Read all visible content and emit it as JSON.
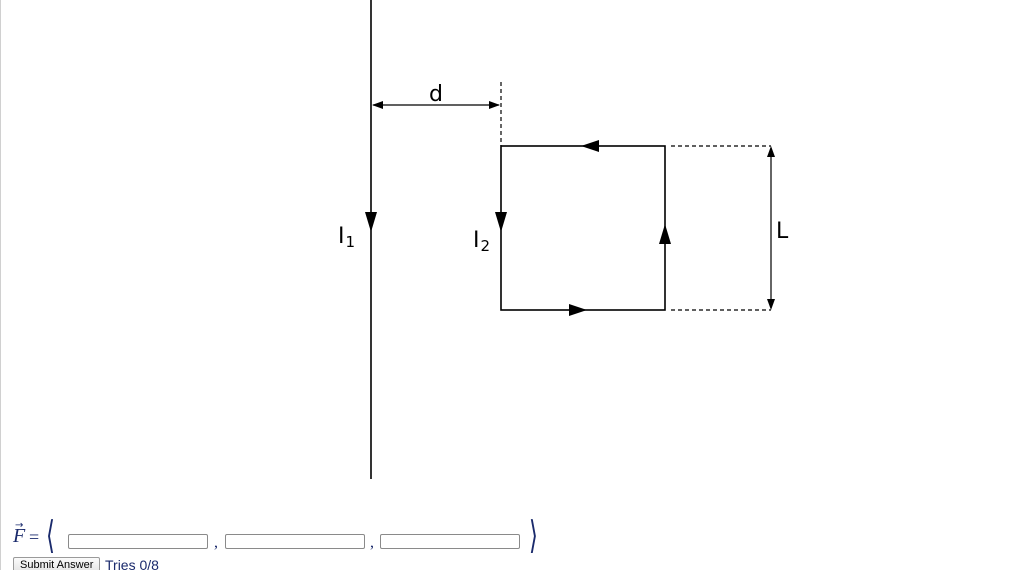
{
  "diagram": {
    "label_distance": "d",
    "label_current_1": "I",
    "label_current_1_sub": "1",
    "label_current_2": "I",
    "label_current_2_sub": "2",
    "label_side_length": "L",
    "line_color": "#000000"
  },
  "answer": {
    "force_symbol": "F",
    "vector_arrow": "→",
    "equals": "=",
    "bracket_open": "⟨",
    "bracket_close": "⟩",
    "separator": ",",
    "components": [
      {
        "value": "",
        "placeholder": ""
      },
      {
        "value": "",
        "placeholder": ""
      },
      {
        "value": "",
        "placeholder": ""
      }
    ],
    "submit_label": "Submit Answer",
    "tries_text": "Tries 0/8",
    "accent_color": "#1a2a6c"
  }
}
